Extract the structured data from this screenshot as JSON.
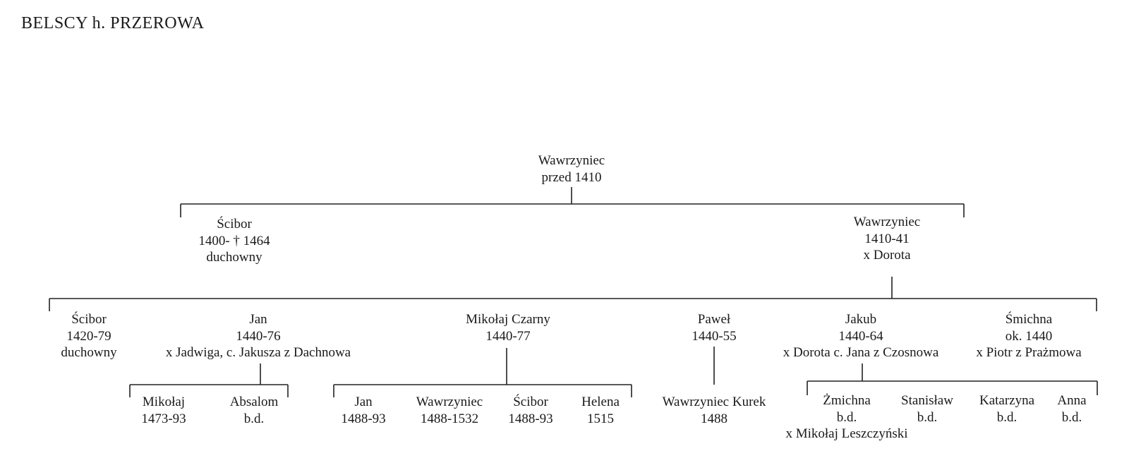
{
  "title": "BELSCY h. PRZEROWA",
  "people": {
    "root": {
      "lines": [
        "Wawrzyniec",
        "przed 1410"
      ]
    },
    "scibor1": {
      "lines": [
        "Ścibor",
        "1400- † 1464",
        "duchowny"
      ]
    },
    "wawrzyniec2": {
      "lines": [
        "Wawrzyniec",
        "1410-41",
        "x Dorota"
      ]
    },
    "scibor2": {
      "lines": [
        "Ścibor",
        "1420-79",
        "duchowny"
      ]
    },
    "jan": {
      "lines": [
        "Jan",
        "1440-76",
        "x Jadwiga, c. Jakusza z Dachnowa"
      ]
    },
    "mikolaj_czarny": {
      "lines": [
        "Mikołaj Czarny",
        "1440-77"
      ]
    },
    "pawel": {
      "lines": [
        "Paweł",
        "1440-55"
      ]
    },
    "jakub": {
      "lines": [
        "Jakub",
        "1440-64",
        "x Dorota c. Jana z Czosnowa"
      ]
    },
    "smichna": {
      "lines": [
        "Śmichna",
        "ok. 1440",
        "x Piotr z Prażmowa"
      ]
    },
    "mikolaj": {
      "lines": [
        "Mikołaj",
        "1473-93"
      ]
    },
    "absalom": {
      "lines": [
        "Absalom",
        "b.d."
      ]
    },
    "jan2": {
      "lines": [
        "Jan",
        "1488-93"
      ]
    },
    "wawrzyniec3": {
      "lines": [
        "Wawrzyniec",
        "1488-1532"
      ]
    },
    "scibor3": {
      "lines": [
        "Ścibor",
        "1488-93"
      ]
    },
    "helena": {
      "lines": [
        "Helena",
        "1515"
      ]
    },
    "kurek": {
      "lines": [
        "Wawrzyniec Kurek",
        "1488"
      ]
    },
    "zmichna": {
      "lines": [
        "Żmichna",
        "b.d.",
        "x Mikołaj Leszczyński"
      ]
    },
    "stanislaw": {
      "lines": [
        "Stanisław",
        "b.d."
      ]
    },
    "katarzyna": {
      "lines": [
        "Katarzyna",
        "b.d."
      ]
    },
    "anna": {
      "lines": [
        "Anna",
        "b.d."
      ]
    }
  }
}
